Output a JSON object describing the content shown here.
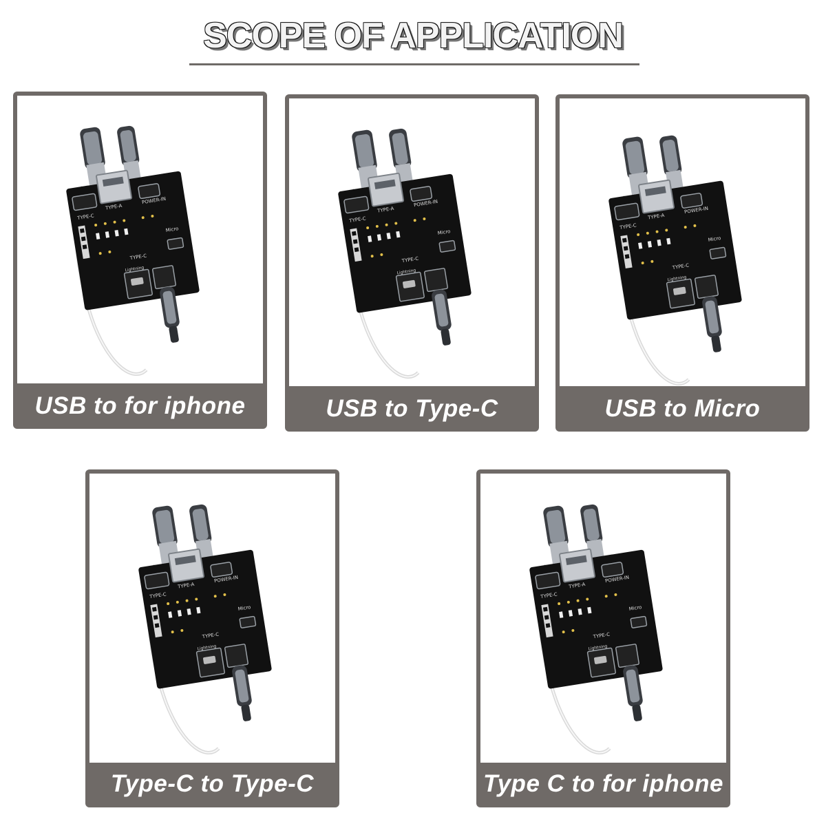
{
  "header": {
    "title": "SCOPE OF APPLICATION"
  },
  "cards": [
    {
      "caption": "USB to for iphone"
    },
    {
      "caption": "USB to Type-C"
    },
    {
      "caption": "USB to Micro"
    },
    {
      "caption": "Type-C to Type-C"
    },
    {
      "caption": "Type C to for iphone"
    }
  ],
  "board_labels": {
    "type_c": "TYPE-C",
    "type_a": "TYPE-A",
    "power_in": "POWER-IN",
    "micro": "Micro",
    "lightning": "Lightning"
  },
  "colors": {
    "frame": "#6f6a67",
    "board": "#111111",
    "caption_text": "#ffffff"
  }
}
